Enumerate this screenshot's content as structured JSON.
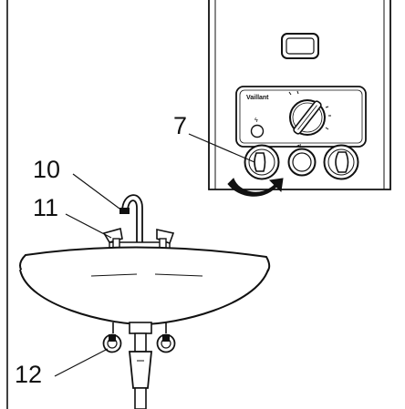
{
  "callouts": {
    "c7": "7",
    "c10": "10",
    "c11": "11",
    "c12": "12"
  },
  "panel": {
    "brand": "Vaillant"
  },
  "colors": {
    "line": "#111111",
    "fill": "#ffffff",
    "hatch": "#777777"
  }
}
